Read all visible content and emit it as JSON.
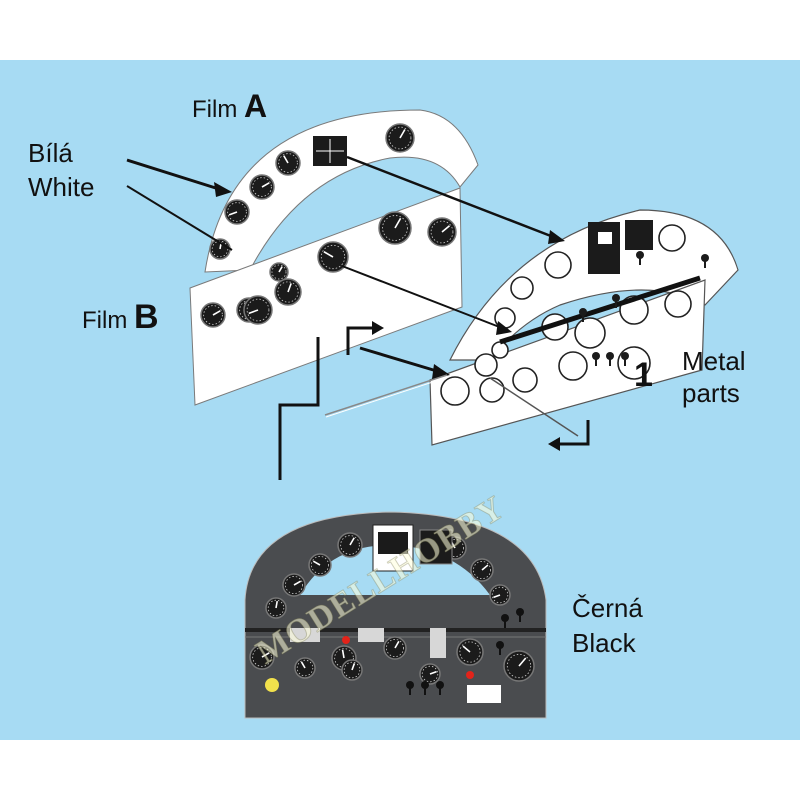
{
  "colors": {
    "background": "#a7dbf3",
    "film": "#ffffff",
    "gauge": "#1b1b1b",
    "panel_dark": "#4a4c4f",
    "line": "#111111",
    "accent_red": "#e2231a",
    "accent_yellow": "#f2e14c"
  },
  "labels": {
    "film_a_prefix": "Film ",
    "film_a_letter": "A",
    "film_b_prefix": "Film ",
    "film_b_letter": "B",
    "bila": "Bílá",
    "white": "White",
    "metal_number": "1",
    "metal_line1": "Metal",
    "metal_line2": "parts",
    "cerna": "Černá",
    "black": "Black"
  },
  "watermark": "MODELLHOBBY"
}
